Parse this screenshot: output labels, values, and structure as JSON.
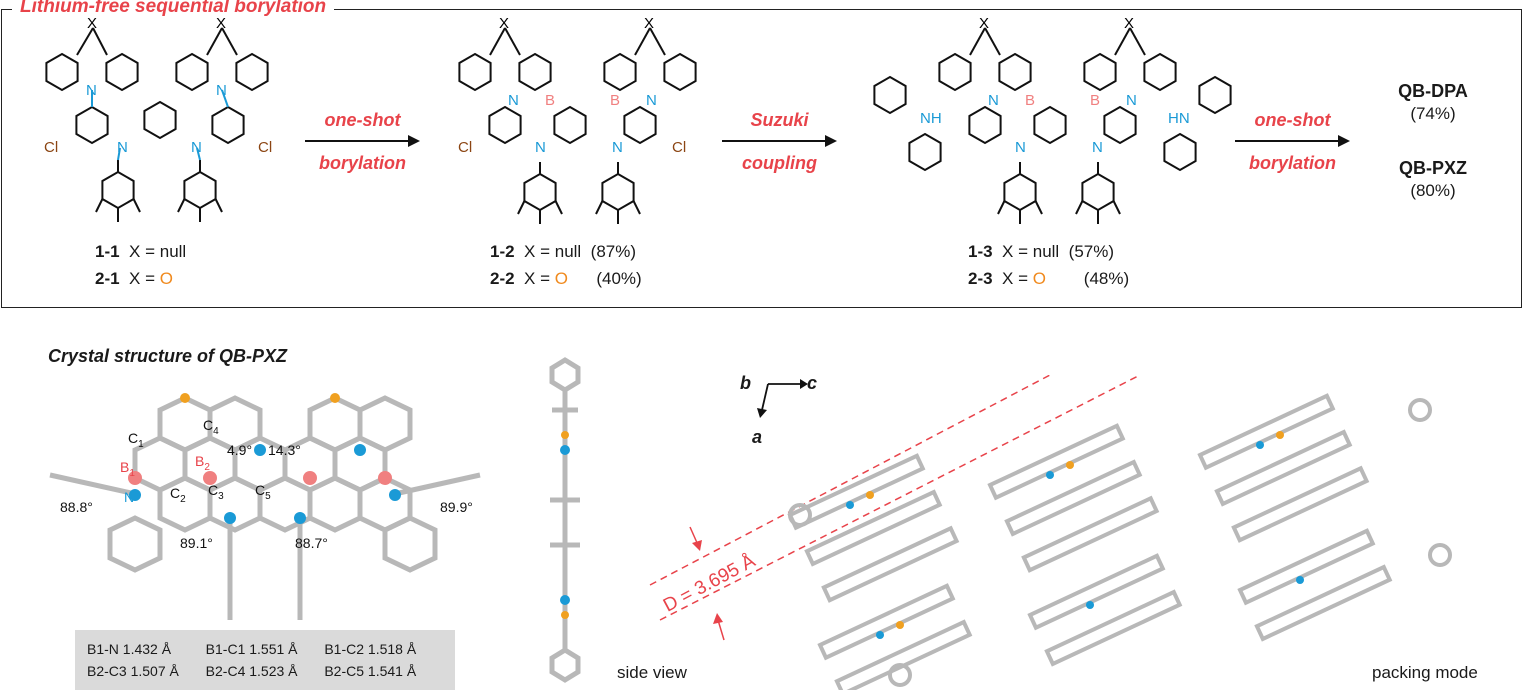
{
  "scheme": {
    "title": "Lithium-free sequential borylation",
    "compounds": [
      {
        "id1": "1-1",
        "x1": "X = null",
        "y1": "",
        "id2": "2-1",
        "x2pre": "X = ",
        "x2": "O",
        "y2": ""
      },
      {
        "id1": "1-2",
        "x1": "X = null",
        "y1": "(87%)",
        "id2": "2-2",
        "x2pre": "X = ",
        "x2": "O",
        "y2": "(40%)"
      },
      {
        "id1": "1-3",
        "x1": "X = null",
        "y1": "(57%)",
        "id2": "2-3",
        "x2pre": "X = ",
        "x2": "O",
        "y2": "(48%)"
      }
    ],
    "arrows": [
      {
        "top": "one-shot",
        "bottom": "borylation"
      },
      {
        "top": "Suzuki",
        "bottom": "coupling"
      },
      {
        "top": "one-shot",
        "bottom": "borylation"
      }
    ],
    "products": [
      {
        "name": "QB-DPA",
        "yield": "(74%)"
      },
      {
        "name": "QB-PXZ",
        "yield": "(80%)"
      }
    ],
    "atom_labels": {
      "x": "X",
      "n": "N",
      "b": "B",
      "cl": "Cl",
      "nh": "NH",
      "hn": "HN"
    }
  },
  "crystal": {
    "title": "Crystal structure of QB-PXZ",
    "angles": [
      "88.8°",
      "89.1°",
      "88.7°",
      "89.9°",
      "4.9°",
      "14.3°"
    ],
    "atoms": [
      "C1",
      "C4",
      "B1",
      "B2",
      "N",
      "C2",
      "C3",
      "C5"
    ],
    "bonds": [
      [
        "B1-N  1.432 Å",
        "B1-C1  1.551 Å",
        "B1-C2  1.518 Å"
      ],
      [
        "B2-C3  1.507 Å",
        "B2-C4  1.523 Å",
        "B2-C5  1.541 Å"
      ]
    ],
    "side_view": "side view",
    "packing_mode": "packing mode",
    "distance": "D = 3.695 Å",
    "axes": {
      "b": "b",
      "c": "c",
      "a": "a"
    }
  },
  "colors": {
    "accent_red": "#e8434a",
    "nitrogen_blue": "#1a9ad6",
    "boron_pink": "#f08080",
    "oxygen_orange": "#f08a1e",
    "chlorine_brown": "#8b4513",
    "carbon_grey": "#b8b8b8"
  }
}
